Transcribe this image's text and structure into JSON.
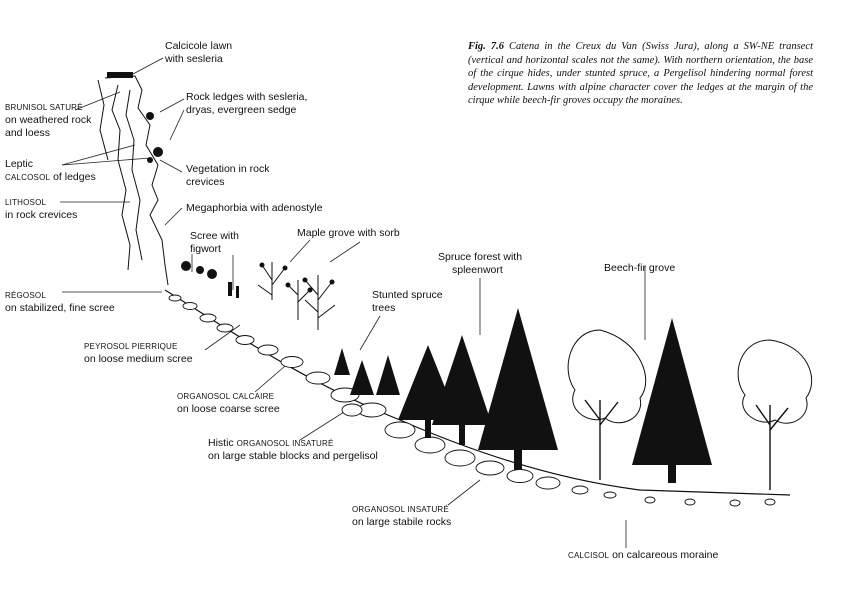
{
  "caption": {
    "fig": "Fig. 7.6",
    "text": "Catena in the Creux du Van (Swiss Jura), along a  SW-NE transect (vertical and horizontal scales not the same). With northern orientation, the base of the cirque hides, under stunted spruce, a Pergelisol hindering normal forest development. Lawns with alpine character cover the ledges at the margin of the cirque while beech-fir groves occupy the moraines."
  },
  "vegetation": {
    "calcicole_1": "Calcicole lawn",
    "calcicole_2": "with sesleria",
    "ledges_1": "Rock ledges with sesleria,",
    "ledges_2": "dryas, evergreen sedge",
    "crevices_1": "Vegetation in rock",
    "crevices_2": "crevices",
    "megaphorbia": "Megaphorbia with adenostyle",
    "scree_1": "Scree with",
    "scree_2": "figwort",
    "maple": "Maple grove with sorb",
    "stunted_1": "Stunted spruce",
    "stunted_2": "trees",
    "spruce_1": "Spruce forest with",
    "spruce_2": "spleenwort",
    "beech": "Beech-fir grove"
  },
  "soils": {
    "brunisol_1": "BRUNISOL SATURÉ",
    "brunisol_2": "on weathered rock",
    "brunisol_3": "and loess",
    "leptic_1": "Leptic",
    "leptic_sc": "CALCOSOL",
    "leptic_2": " of ledges",
    "lithosol_1": "LITHOSOL",
    "lithosol_2": "in rock crevices",
    "regosol_1": "RÉGOSOL",
    "regosol_2": "on stabilized, fine scree",
    "peyrosol_1": "PEYROSOL PIERRIQUE",
    "peyrosol_2": "on loose medium scree",
    "organosol_calc_1": "ORGANOSOL CALCAIRE",
    "organosol_calc_2": "on loose coarse scree",
    "histic_pre": "Histic ",
    "histic_sc": "ORGANOSOL INSATURÉ",
    "histic_2": "on large stable blocks and pergelisol",
    "org_ins_1": "ORGANOSOL INSATURÉ",
    "org_ins_2": "on large stabile rocks",
    "calcisol_sc": "CALCISOL",
    "calcisol_2": " on calcareous moraine"
  }
}
